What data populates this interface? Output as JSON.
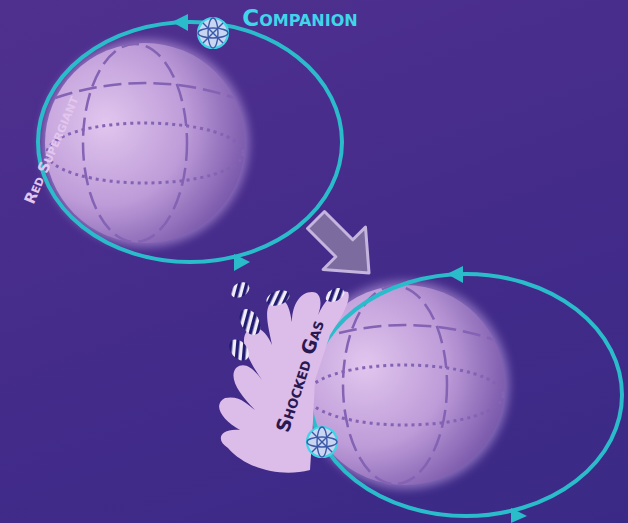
{
  "diagram": {
    "labels": [
      "Companion",
      "Red Supergiant",
      "Shocked Gas"
    ]
  }
}
